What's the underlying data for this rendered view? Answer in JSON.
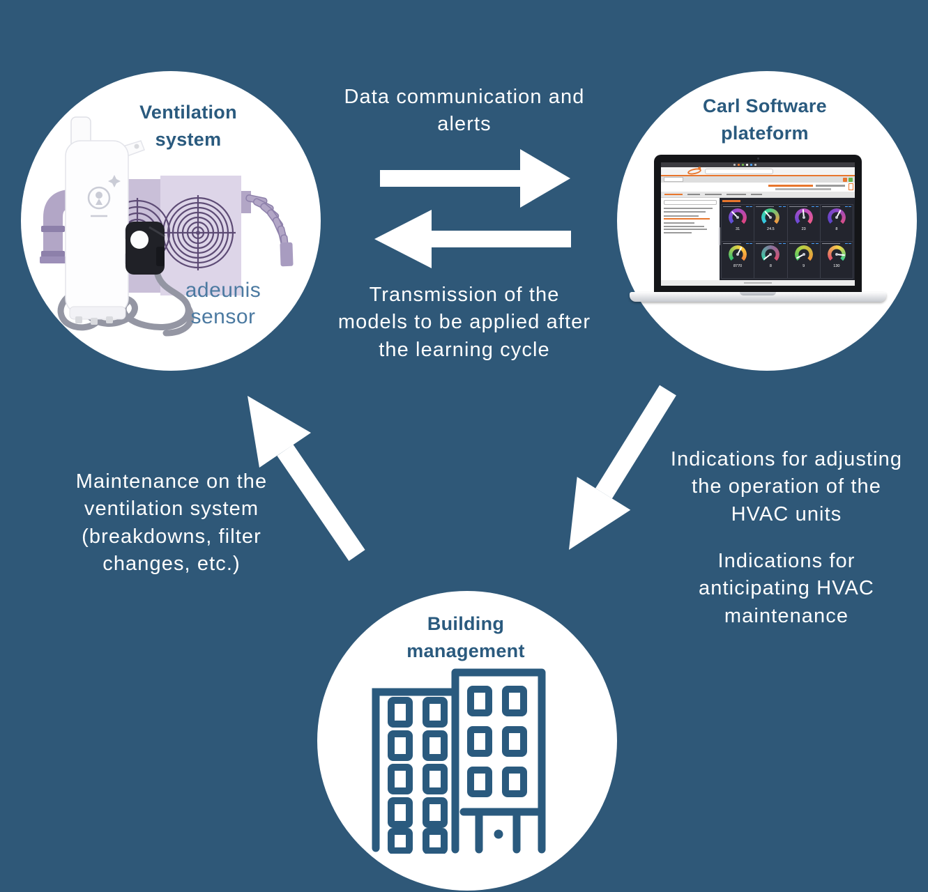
{
  "diagram": {
    "background_color": "#2f5878",
    "accent_orange": "#e8762d",
    "title_color": "#2a5a7e",
    "text_color": "#ffffff"
  },
  "circles": {
    "ventilation": {
      "title": "Ventilation\nsystem",
      "caption": "adeunis\nsensor"
    },
    "carl_software": {
      "title": "Carl Software\nplateform"
    },
    "building": {
      "title": "Building\nmanagement"
    }
  },
  "arrow_labels": {
    "data_communication": "Data communication and\nalerts",
    "transmission": "Transmission of the\nmodels to be applied after\nthe learning cycle",
    "indications_adjusting": "Indications for adjusting\nthe operation of the\nHVAC units",
    "indications_anticipating": "Indications for\nanticipating HVAC\nmaintenance",
    "maintenance": "Maintenance on the\nventilation system\n(breakdowns, filter\nchanges, etc.)"
  },
  "laptop_dashboard": {
    "gauges": [
      {
        "value": "31",
        "colors": [
          "#5a4fd8",
          "#a14bc9",
          "#e0447f"
        ]
      },
      {
        "value": "24.5",
        "colors": [
          "#35c8e8",
          "#3fd08a",
          "#f59a40"
        ]
      },
      {
        "value": "23",
        "colors": [
          "#6a4ad6",
          "#c04fc0",
          "#ef5b86"
        ]
      },
      {
        "value": "8",
        "colors": [
          "#5b43c8",
          "#8e49c6",
          "#d84f8a"
        ]
      },
      {
        "value": "8770",
        "colors": [
          "#2fbf71",
          "#ffd23f",
          "#f2893c"
        ]
      },
      {
        "value": "8",
        "colors": [
          "#35d0a5",
          "#8c6f9a",
          "#d94f70"
        ]
      },
      {
        "value": "9",
        "colors": [
          "#45c86a",
          "#b8d043",
          "#f2993c"
        ]
      },
      {
        "value": "130",
        "colors": [
          "#e3506f",
          "#f5d547",
          "#3fcf8e"
        ]
      }
    ]
  }
}
